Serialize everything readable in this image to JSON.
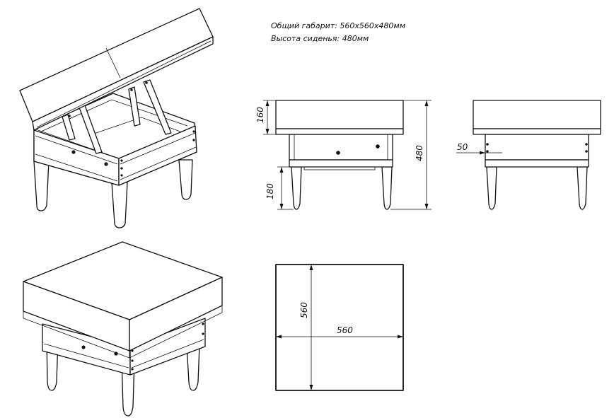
{
  "specs": {
    "overall": "Общий габарит: 560х560х480мм",
    "seat_height": "Высота сиденья: 480мм"
  },
  "dimensions": {
    "cushion_height": "160",
    "total_height": "480",
    "leg_height": "180",
    "side_offset": "50",
    "top_width": "560",
    "top_depth": "560"
  }
}
